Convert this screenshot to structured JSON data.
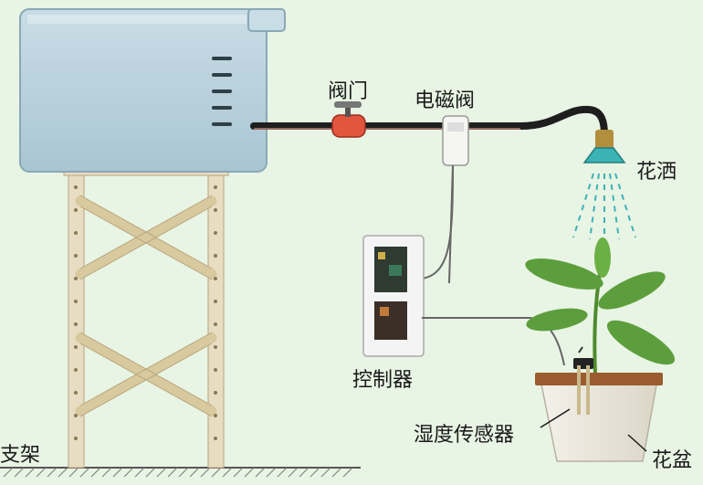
{
  "labels": {
    "valve": "阀门",
    "solenoid_valve": "电磁阀",
    "sprinkler": "花洒",
    "controller": "控制器",
    "humidity_sensor": "湿度传感器",
    "flower_pot": "花盆",
    "stand": "支架"
  },
  "colors": {
    "background": "#e8f4e4",
    "tank_fill": "#b9d3df",
    "pipe": "#1e1e1e",
    "valve_red": "#e2553e",
    "sprinkler_teal": "#3bb3b4",
    "leaf_green": "#5c9e3c",
    "pot_brown": "#9a5b2e"
  }
}
